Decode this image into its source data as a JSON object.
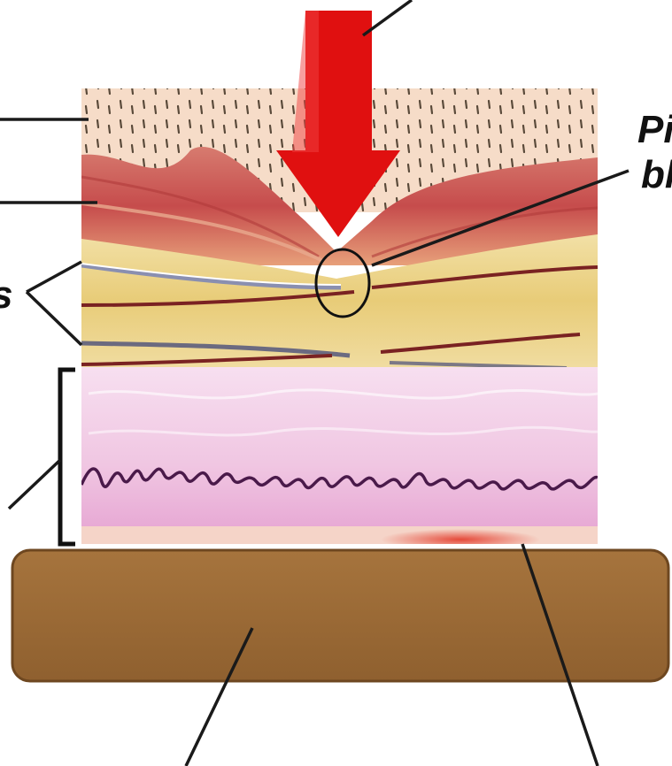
{
  "labels": {
    "top_right_line1": "Pi",
    "top_right_line2": "bl",
    "left_mid": "s"
  },
  "colors": {
    "arrow": "#e01010",
    "skin_top": "#f6dcc8",
    "muscle": "#c95a5a",
    "fat": "#ecd48a",
    "dermis": "#f3cce6",
    "surface": "#9b6a35",
    "leader_lines": "#1a1a1a"
  }
}
